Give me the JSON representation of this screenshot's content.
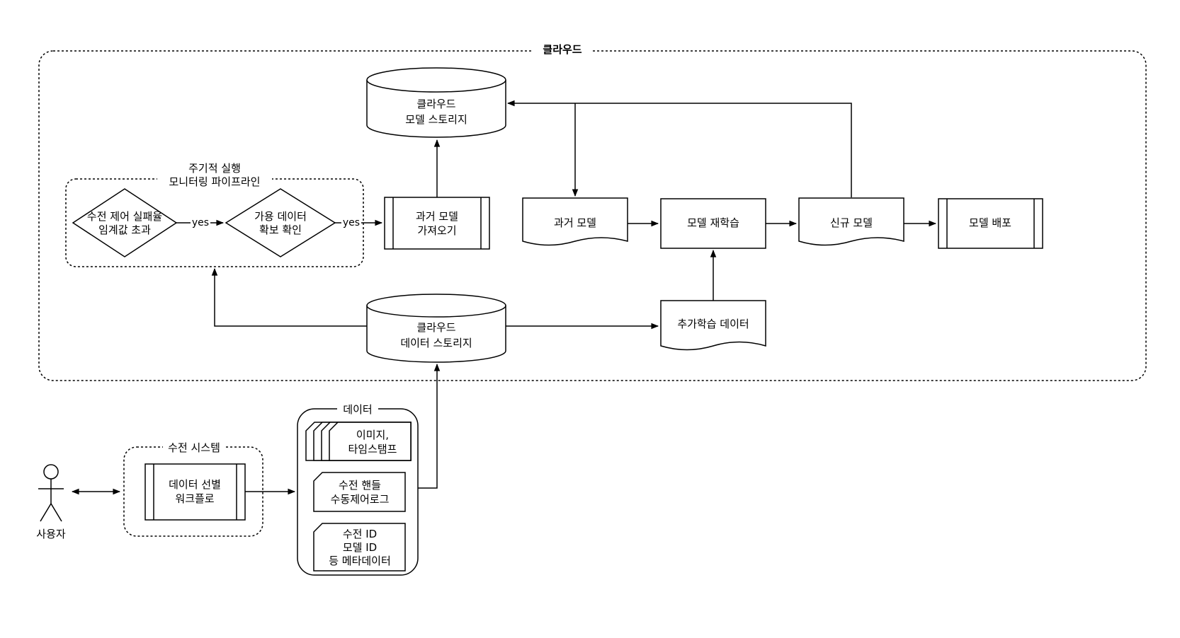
{
  "colors": {
    "stroke": "#000000",
    "fill": "#ffffff"
  },
  "containers": {
    "cloud": {
      "label": "클라우드"
    },
    "monitoring": {
      "line1": "주기적 실행",
      "line2": "모니터링 파이프라인"
    },
    "faucet_system": {
      "label": "수전 시스템"
    },
    "data": {
      "label": "데이터"
    }
  },
  "nodes": {
    "cloud_model_storage": {
      "type": "cylinder",
      "line1": "클라우드",
      "line2": "모델 스토리지"
    },
    "failure_threshold_check": {
      "type": "decision",
      "line1": "수전 제어 실패율",
      "line2": "임계값 초과"
    },
    "data_availability_check": {
      "type": "decision",
      "line1": "가용 데이터",
      "line2": "확보 확인"
    },
    "fetch_past_model": {
      "type": "predefined-process",
      "line1": "과거 모델",
      "line2": "가져오기"
    },
    "past_model": {
      "type": "document",
      "label": "과거 모델"
    },
    "model_retraining": {
      "type": "process",
      "label": "모델 재학습"
    },
    "new_model": {
      "type": "document",
      "label": "신규 모델"
    },
    "model_deployment": {
      "type": "predefined-process",
      "label": "모델 배포"
    },
    "cloud_data_storage": {
      "type": "cylinder",
      "line1": "클라우드",
      "line2": "데이터 스토리지"
    },
    "additional_training_data": {
      "type": "document",
      "label": "추가학습 데이터"
    },
    "images_timestamps": {
      "type": "multi-card",
      "line1": "이미지,",
      "line2": "타임스탬프"
    },
    "manual_control_log": {
      "type": "card",
      "line1": "수전 핸들",
      "line2": "수동제어로그"
    },
    "metadata": {
      "type": "card",
      "line1": "수전 ID",
      "line2": "모델 ID",
      "line3": "등 메타데이터"
    },
    "data_selection_workflow": {
      "type": "predefined-process",
      "line1": "데이터 선별",
      "line2": "워크플로"
    },
    "user": {
      "type": "actor",
      "label": "사용자"
    }
  },
  "edges": {
    "yes1": "yes",
    "yes2": "yes"
  }
}
